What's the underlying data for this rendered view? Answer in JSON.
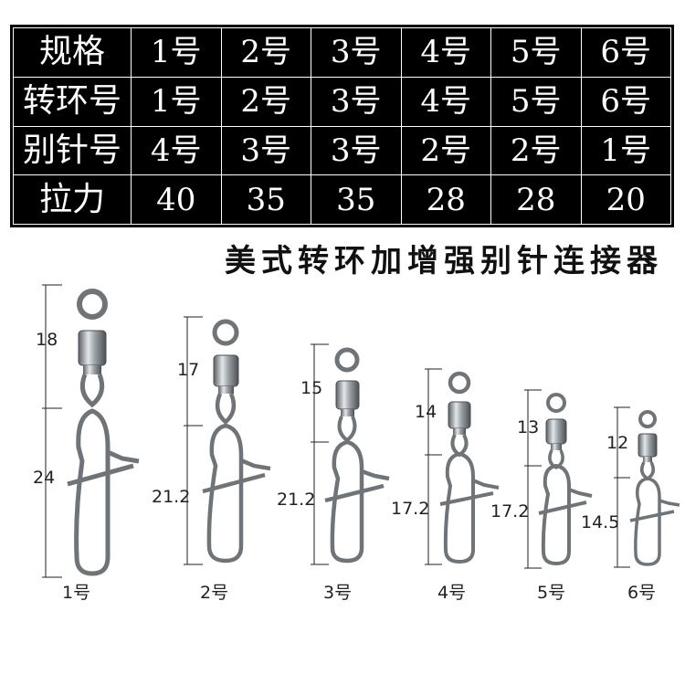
{
  "spec_table": {
    "rows": [
      {
        "label": "规格",
        "cells": [
          "1号",
          "2号",
          "3号",
          "4号",
          "5号",
          "6号"
        ]
      },
      {
        "label": "转环号",
        "cells": [
          "1号",
          "2号",
          "3号",
          "4号",
          "5号",
          "6号"
        ]
      },
      {
        "label": "别针号",
        "cells": [
          "4号",
          "3号",
          "3号",
          "2号",
          "2号",
          "1号"
        ]
      },
      {
        "label": "拉力",
        "cells": [
          "40",
          "35",
          "35",
          "28",
          "28",
          "20"
        ]
      }
    ]
  },
  "product_title": "美式转环加增强别针连接器",
  "items": [
    {
      "model": "1号",
      "swivel_length": "18",
      "pin_length": "24"
    },
    {
      "model": "2号",
      "swivel_length": "17",
      "pin_length": "21.2"
    },
    {
      "model": "3号",
      "swivel_length": "15",
      "pin_length": "21.2"
    },
    {
      "model": "4号",
      "swivel_length": "14",
      "pin_length": "17.2"
    },
    {
      "model": "5号",
      "swivel_length": "13",
      "pin_length": "17.2"
    },
    {
      "model": "6号",
      "swivel_length": "12",
      "pin_length": "14.5"
    }
  ],
  "colors": {
    "table_bg": "#000000",
    "table_text": "#ffffff",
    "metal": "#6f7478"
  }
}
